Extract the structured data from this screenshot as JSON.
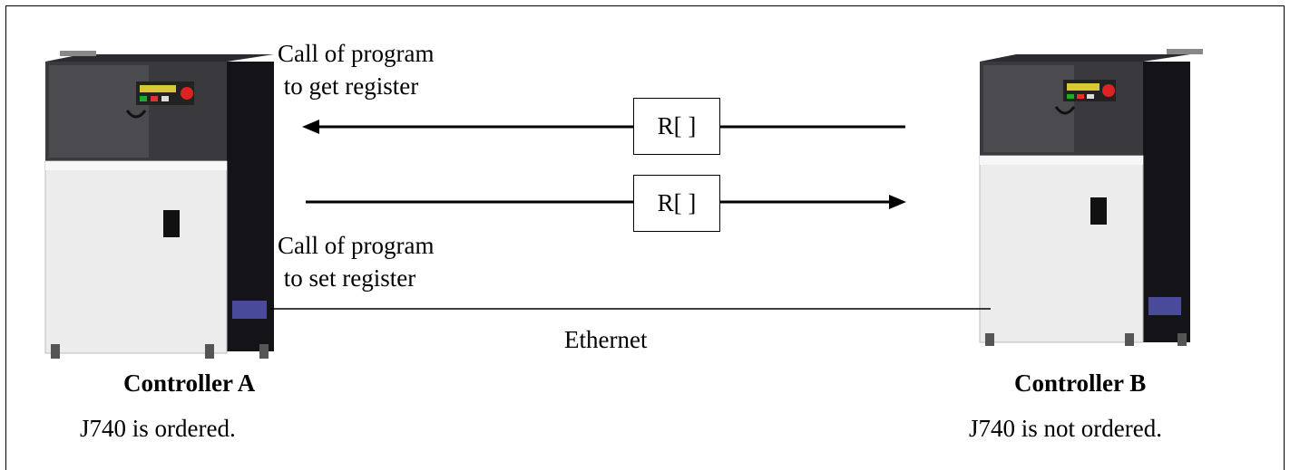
{
  "controller_a": {
    "name": "Controller A",
    "note": "J740 is ordered."
  },
  "controller_b": {
    "name": "Controller B",
    "note": "J740 is not ordered."
  },
  "flows": {
    "get": {
      "label_line1": "Call of program",
      "label_line2": " to get register",
      "register": "R[ ]"
    },
    "set": {
      "label_line1": "Call of program",
      "label_line2": " to set register",
      "register": "R[ ]"
    }
  },
  "link": {
    "label": "Ethernet"
  }
}
